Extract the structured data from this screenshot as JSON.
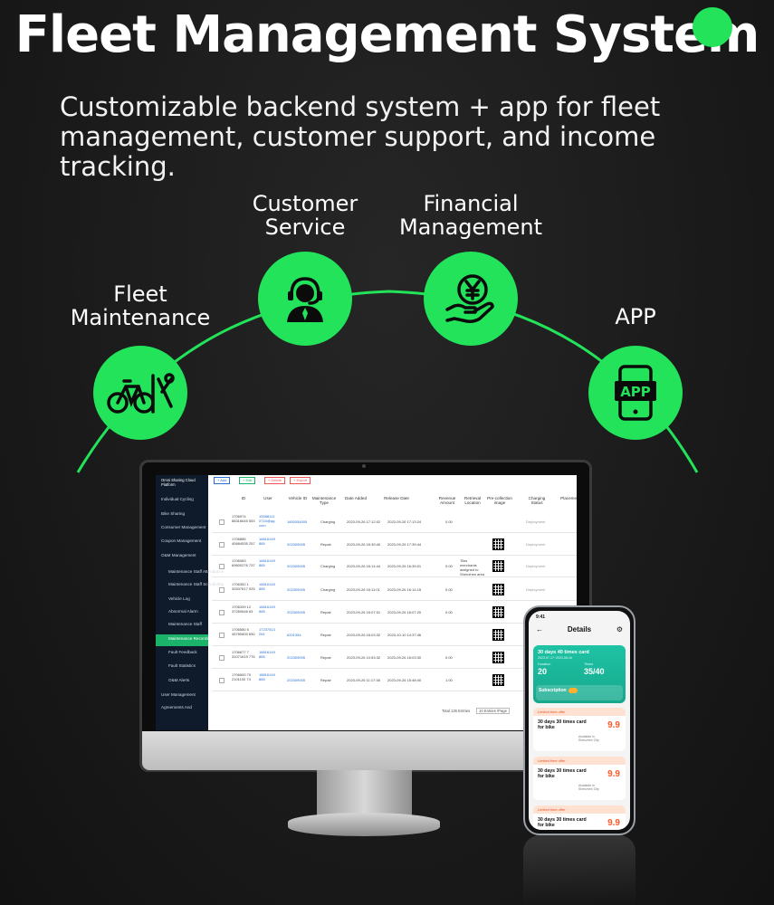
{
  "hero": {
    "title": "Fleet Management System",
    "subtitle": "Customizable backend system + app for fleet management, customer support, and income tracking."
  },
  "features": [
    {
      "label_line1": "Fleet",
      "label_line2": "Maintenance",
      "icon": "bike-wrench-icon"
    },
    {
      "label_line1": "Customer",
      "label_line2": "Service",
      "icon": "headset-agent-icon"
    },
    {
      "label_line1": "Financial",
      "label_line2": "Management",
      "icon": "yen-coin-hand-icon"
    },
    {
      "label_line1": "APP",
      "label_line2": "",
      "icon": "mobile-app-icon"
    }
  ],
  "colors": {
    "accent": "#22e35a",
    "background": "#1b1b1b",
    "sidebar": "#0f1b2b",
    "sidebar_active": "#1bb26a"
  },
  "dashboard": {
    "brand": "Omni Sharing Cloud Platform",
    "toolbar": [
      "+ Add",
      "+ Edit",
      "+ Delete",
      "+ Export"
    ],
    "sidebar": [
      "Individual Cycling",
      "Bike Sharing",
      "Consumer Management",
      "Coupon Management",
      "O&M Management",
      "Maintenance Staff Attendance",
      "Maintenance Staff Scheduling",
      "Vehicle Log",
      "Abnormal Alarm",
      "Maintenance Staff",
      "Maintenance Records",
      "Fault Feedback",
      "Fault Statistics",
      "O&M Alerts",
      "User Management",
      "Agreements And"
    ],
    "active_item": "Maintenance Records",
    "columns": [
      "ID",
      "User",
      "Vehicle ID",
      "Maintenance Type",
      "Date Added",
      "Release Date",
      "Revenue Amount",
      "Retrieval Location",
      "Pre-collection image",
      "Charging Status",
      "Placement"
    ],
    "rows": [
      {
        "id": "1706974 88316645 553",
        "user": "10088111 0715@qq. com",
        "vehicle": "1600054005",
        "type": "Charging",
        "added": "2023-09-26 17:12:02",
        "release": "2023-09-26 17:13:24",
        "revenue": "0.00",
        "location": "",
        "status": "Deployment"
      },
      {
        "id": "1706885 40684535 257",
        "user": "18816149 885",
        "vehicle": "202309005",
        "type": "Repair",
        "added": "2023-09-26 16:39:40",
        "release": "2023-09-26 17:39:44",
        "revenue": "",
        "location": "",
        "status": "Deployment"
      },
      {
        "id": "1706083 69600276 737",
        "user": "18816149 885",
        "vehicle": "202309005",
        "type": "Charging",
        "added": "2023-09-26 16:14:44",
        "release": "2023-09-26 16:39:01",
        "revenue": "0.00",
        "location": "Tiles merchants assigned to Shenzhen area",
        "status": "Deployment"
      },
      {
        "id": "1706352 1 32637617 025",
        "user": "18816149 885",
        "vehicle": "202309005",
        "type": "Charging",
        "added": "2023-09-26 16:11:01",
        "release": "2023-09-26 16:14:15",
        "revenue": "0.00",
        "location": "",
        "status": "Deployment"
      },
      {
        "id": "1706339 12 37260646 63",
        "user": "18816149 885",
        "vehicle": "202309005",
        "type": "Repair",
        "added": "2023-09-26 16:07:01",
        "release": "2023-09-26 16:07:20",
        "revenue": "0.00",
        "location": "",
        "status": ""
      },
      {
        "id": "1706580 5 45780600 690",
        "user": "17237513 281",
        "vehicle": "6201354",
        "type": "Repair",
        "added": "2023-09-26 16:03:32",
        "release": "2023-10-10 14:37:46",
        "revenue": "",
        "location": "",
        "status": ""
      },
      {
        "id": "1706677 7 31071619 776",
        "user": "18816149 885",
        "vehicle": "202309005",
        "type": "Repair",
        "added": "2023-09-26 10:53:32",
        "release": "2023-09-26 16:03:30",
        "revenue": "0.00",
        "location": "",
        "status": ""
      },
      {
        "id": "1706600 70 2101100 74",
        "user": "18816149 885",
        "vehicle": "202309005",
        "type": "Repair",
        "added": "2023-09-26 11:17:38",
        "release": "2023-09-26 15:48:40",
        "revenue": "1.00",
        "location": "",
        "status": ""
      }
    ],
    "footer_total": "Total 126 Entries",
    "footer_per_page": "10 Entries /Page"
  },
  "phone": {
    "time": "9:41",
    "back": "←",
    "title": "Details",
    "card_title": "30 days 40 times card",
    "card_dates": "2023-07-17~2023-08-16",
    "card_duration_label": "Duration",
    "card_duration_value": "20",
    "card_times_label": "Times",
    "card_times_value": "35/40",
    "card_subscription": "Subscription",
    "offers": [
      {
        "badge": "Limited time offer",
        "name": "30 days 30 times card for bike",
        "price": "9.9"
      },
      {
        "badge": "Limited time offer",
        "name": "30 days 30 times card for bike",
        "price": "9.9"
      },
      {
        "badge": "Limited time offer",
        "name": "30 days 30 times card for bike",
        "price": "9.9"
      }
    ],
    "offer_note": "Available in Shenzhen City"
  }
}
